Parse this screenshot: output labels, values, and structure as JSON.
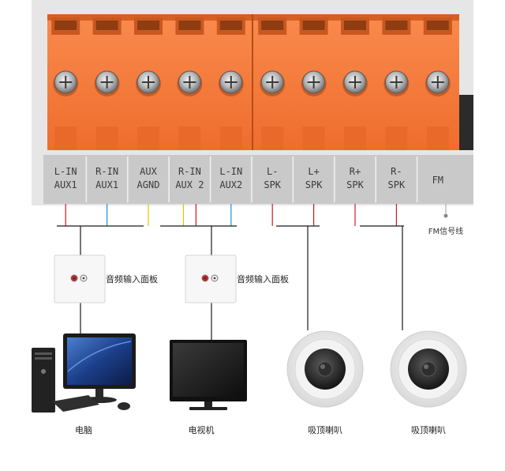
{
  "terminals": [
    {
      "line1": "L-IN",
      "line2": "AUX1",
      "wires": [
        "#d11a1a"
      ]
    },
    {
      "line1": "R-IN",
      "line2": "AUX1",
      "wires": [
        "#1e8fe0"
      ]
    },
    {
      "line1": "AUX",
      "line2": "AGND",
      "wires": [
        "#e8c000"
      ]
    },
    {
      "line1": "R-IN",
      "line2": "AUX 2",
      "wires": [
        "#e8c000",
        "#d11a1a"
      ]
    },
    {
      "line1": "L-IN",
      "line2": "AUX2",
      "wires": [
        "#1e8fe0"
      ]
    },
    {
      "line1": "L-",
      "line2": "SPK",
      "wires": [
        "#d11a1a"
      ]
    },
    {
      "line1": "L+",
      "line2": "SPK",
      "wires": [
        "#d11a1a"
      ]
    },
    {
      "line1": "R+",
      "line2": "SPK",
      "wires": [
        "#d11a1a"
      ]
    },
    {
      "line1": "R-",
      "line2": "SPK",
      "wires": [
        "#d11a1a"
      ]
    },
    {
      "line1": "FM",
      "line2": "",
      "wires": []
    }
  ],
  "fm_label": "FM信号线",
  "panel_label_1": "音频输入面板",
  "panel_label_2": "音频输入面板",
  "device_computer": "电脑",
  "device_tv": "电视机",
  "device_speaker_1": "吸顶喇叭",
  "device_speaker_2": "吸顶喇叭",
  "colors": {
    "orange": "#f5793b",
    "orange_dark": "#d65f24",
    "label_strip": "#c9c9c9",
    "wire_red": "#d11a1a",
    "wire_blue": "#1e8fe0",
    "wire_yellow": "#e8c000",
    "cable_black": "#1a1a1a"
  }
}
